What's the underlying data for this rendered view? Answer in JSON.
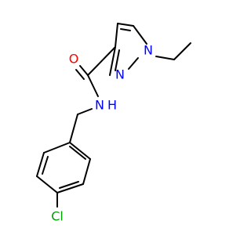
{
  "structure": {
    "labels": {
      "oxygen": "O",
      "ring_nitrogen_1": "N",
      "ring_nitrogen_2": "N",
      "amide_nitrogen": "N",
      "amide_hydrogen": "H",
      "chlorine": "Cl"
    }
  },
  "colors": {
    "bond": "#000000",
    "oxygen": "#ff0000",
    "nitrogen": "#0000ff",
    "chlorine": "#00a000"
  }
}
